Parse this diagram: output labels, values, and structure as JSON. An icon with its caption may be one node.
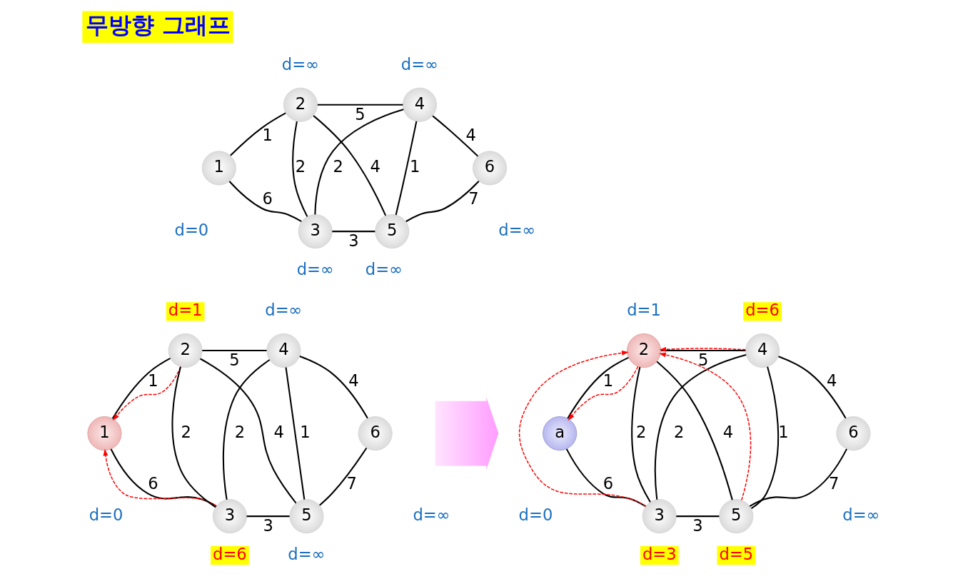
{
  "diagram": {
    "title": "무방향 그래프",
    "nodes": [
      {
        "text": [
          "1"
        ],
        "beside": [
          "d=0"
        ]
      },
      {
        "text": [
          "2"
        ],
        "beside": [
          "d=∞"
        ]
      },
      {
        "text": [
          "3"
        ],
        "beside": [
          "d=∞"
        ]
      },
      {
        "text": [
          "4"
        ],
        "beside": [
          "d=∞"
        ]
      },
      {
        "text": [
          "5"
        ],
        "beside": [
          "d=∞"
        ]
      },
      {
        "text": [
          "6"
        ],
        "beside": [
          "d=∞"
        ]
      },
      {
        "text": [
          "1"
        ],
        "beside": [
          "d=0"
        ]
      },
      {
        "text": [
          "2"
        ],
        "beside": [
          "d=1"
        ]
      },
      {
        "text": [
          "3"
        ],
        "beside": [
          "d=6"
        ]
      },
      {
        "text": [
          "4"
        ],
        "beside": [
          "d=∞"
        ]
      },
      {
        "text": [
          "5"
        ],
        "beside": [
          "d=∞"
        ]
      },
      {
        "text": [
          "6"
        ],
        "beside": [
          "d=∞"
        ]
      },
      {
        "text": [],
        "shape": "arrow"
      },
      {
        "text": [
          "a"
        ],
        "beside": [
          "d=0"
        ]
      },
      {
        "text": [
          "2"
        ],
        "beside": [
          "d=1"
        ]
      },
      {
        "text": [
          "3"
        ],
        "beside": [
          "d=3"
        ]
      },
      {
        "text": [
          "4"
        ],
        "beside": [
          "d=6"
        ]
      },
      {
        "text": [
          "5"
        ],
        "beside": [
          "d=5"
        ]
      },
      {
        "text": [
          "6"
        ],
        "beside": [
          "d=∞"
        ]
      }
    ],
    "edges": [
      {
        "from": 0,
        "to": 1,
        "arrow": "none",
        "label": "1"
      },
      {
        "from": 2,
        "to": 0,
        "arrow": "none",
        "label": "6"
      },
      {
        "from": 2,
        "to": 1,
        "arrow": "none",
        "label": "2"
      },
      {
        "from": 1,
        "to": 3,
        "arrow": "none",
        "label": "5"
      },
      {
        "from": 4,
        "to": 1,
        "arrow": "none",
        "label": "4"
      },
      {
        "from": 2,
        "to": 3,
        "arrow": "none",
        "label": "2"
      },
      {
        "from": 2,
        "to": 4,
        "arrow": "none",
        "label": "3"
      },
      {
        "from": 4,
        "to": 3,
        "arrow": "none",
        "label": "1"
      },
      {
        "from": 5,
        "to": 3,
        "arrow": "none",
        "label": "4"
      },
      {
        "from": 4,
        "to": 5,
        "arrow": "none",
        "label": "7"
      },
      {
        "from": 6,
        "to": 7,
        "arrow": "none",
        "label": "1"
      },
      {
        "from": 8,
        "to": 6,
        "arrow": "none",
        "label": "6"
      },
      {
        "from": 8,
        "to": 7,
        "arrow": "none",
        "label": "2"
      },
      {
        "from": 7,
        "to": 9,
        "arrow": "none",
        "label": "5"
      },
      {
        "from": 10,
        "to": 7,
        "arrow": "none",
        "label": "4"
      },
      {
        "from": 8,
        "to": 9,
        "arrow": "none",
        "label": "2"
      },
      {
        "from": 8,
        "to": 10,
        "arrow": "none",
        "label": "3"
      },
      {
        "from": 10,
        "to": 9,
        "arrow": "none",
        "label": "1"
      },
      {
        "from": 11,
        "to": 9,
        "arrow": "none",
        "label": "4"
      },
      {
        "from": 10,
        "to": 11,
        "arrow": "none",
        "label": "7"
      },
      {
        "from": 7,
        "to": 6,
        "arrow": "to",
        "style": "dashed",
        "color": "#ff0000"
      },
      {
        "from": 8,
        "to": 6,
        "arrow": "to",
        "style": "dashed",
        "color": "#ff0000"
      },
      {
        "from": 13,
        "to": 14,
        "arrow": "none",
        "label": "1"
      },
      {
        "from": 15,
        "to": 13,
        "arrow": "none",
        "label": "6"
      },
      {
        "from": 15,
        "to": 14,
        "arrow": "none",
        "label": "2"
      },
      {
        "from": 14,
        "to": 16,
        "arrow": "none",
        "label": "5"
      },
      {
        "from": 17,
        "to": 14,
        "arrow": "none",
        "label": "4"
      },
      {
        "from": 15,
        "to": 16,
        "arrow": "none",
        "label": "2"
      },
      {
        "from": 15,
        "to": 17,
        "arrow": "none",
        "label": "3"
      },
      {
        "from": 17,
        "to": 16,
        "arrow": "none",
        "label": "1"
      },
      {
        "from": 18,
        "to": 16,
        "arrow": "none",
        "label": "4"
      },
      {
        "from": 17,
        "to": 18,
        "arrow": "none",
        "label": "7"
      },
      {
        "from": 14,
        "to": 13,
        "arrow": "to",
        "style": "dashed",
        "color": "#ff0000"
      },
      {
        "from": 15,
        "to": 14,
        "arrow": "to",
        "style": "dashed",
        "color": "#ff0000"
      },
      {
        "from": 16,
        "to": 14,
        "arrow": "to",
        "style": "dashed",
        "color": "#ff0000"
      },
      {
        "from": 17,
        "to": 14,
        "arrow": "to",
        "style": "dashed",
        "color": "#ff0000"
      }
    ]
  }
}
